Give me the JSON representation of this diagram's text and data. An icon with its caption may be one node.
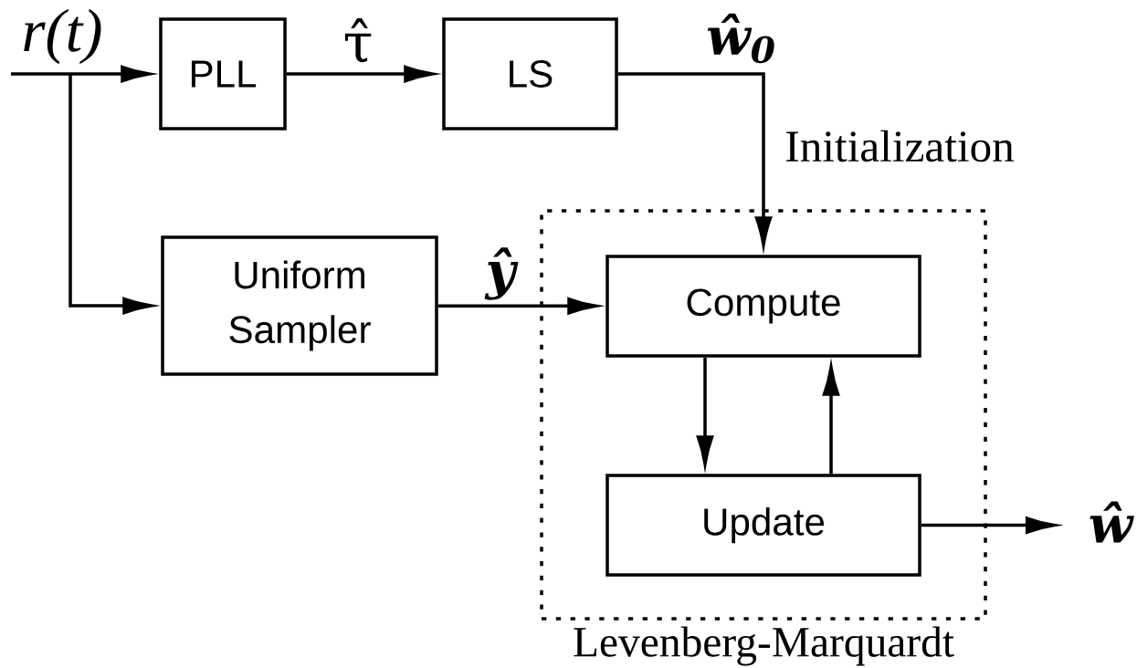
{
  "diagram": {
    "nodes": [
      {
        "text": [
          "PLL"
        ]
      },
      {
        "text": [
          "LS"
        ]
      },
      {
        "text": [
          "Uniform Sampler"
        ]
      },
      {
        "text": [
          "Levenberg-Marquardt"
        ]
      },
      {
        "text": [
          "Compute"
        ],
        "in": 3
      },
      {
        "text": [
          "Update"
        ],
        "in": 3
      }
    ],
    "edges": [
      {
        "from": null,
        "to": 0,
        "arrow": "to",
        "label": "r(t)"
      },
      {
        "from": null,
        "to": 2,
        "arrow": "to"
      },
      {
        "from": 0,
        "to": 1,
        "arrow": "to",
        "label": "τ̂"
      },
      {
        "from": 1,
        "to": 4,
        "arrow": "to",
        "label": "ŵ$_{0}$"
      },
      {
        "from": 2,
        "to": 4,
        "arrow": "to",
        "label": "ŷ"
      },
      {
        "from": 4,
        "to": 5,
        "arrow": "to"
      },
      {
        "from": 5,
        "to": 4,
        "arrow": "to"
      },
      {
        "from": 5,
        "to": null,
        "arrow": "to",
        "label": "ŵ"
      }
    ],
    "labels": [
      "Initialization"
    ]
  }
}
